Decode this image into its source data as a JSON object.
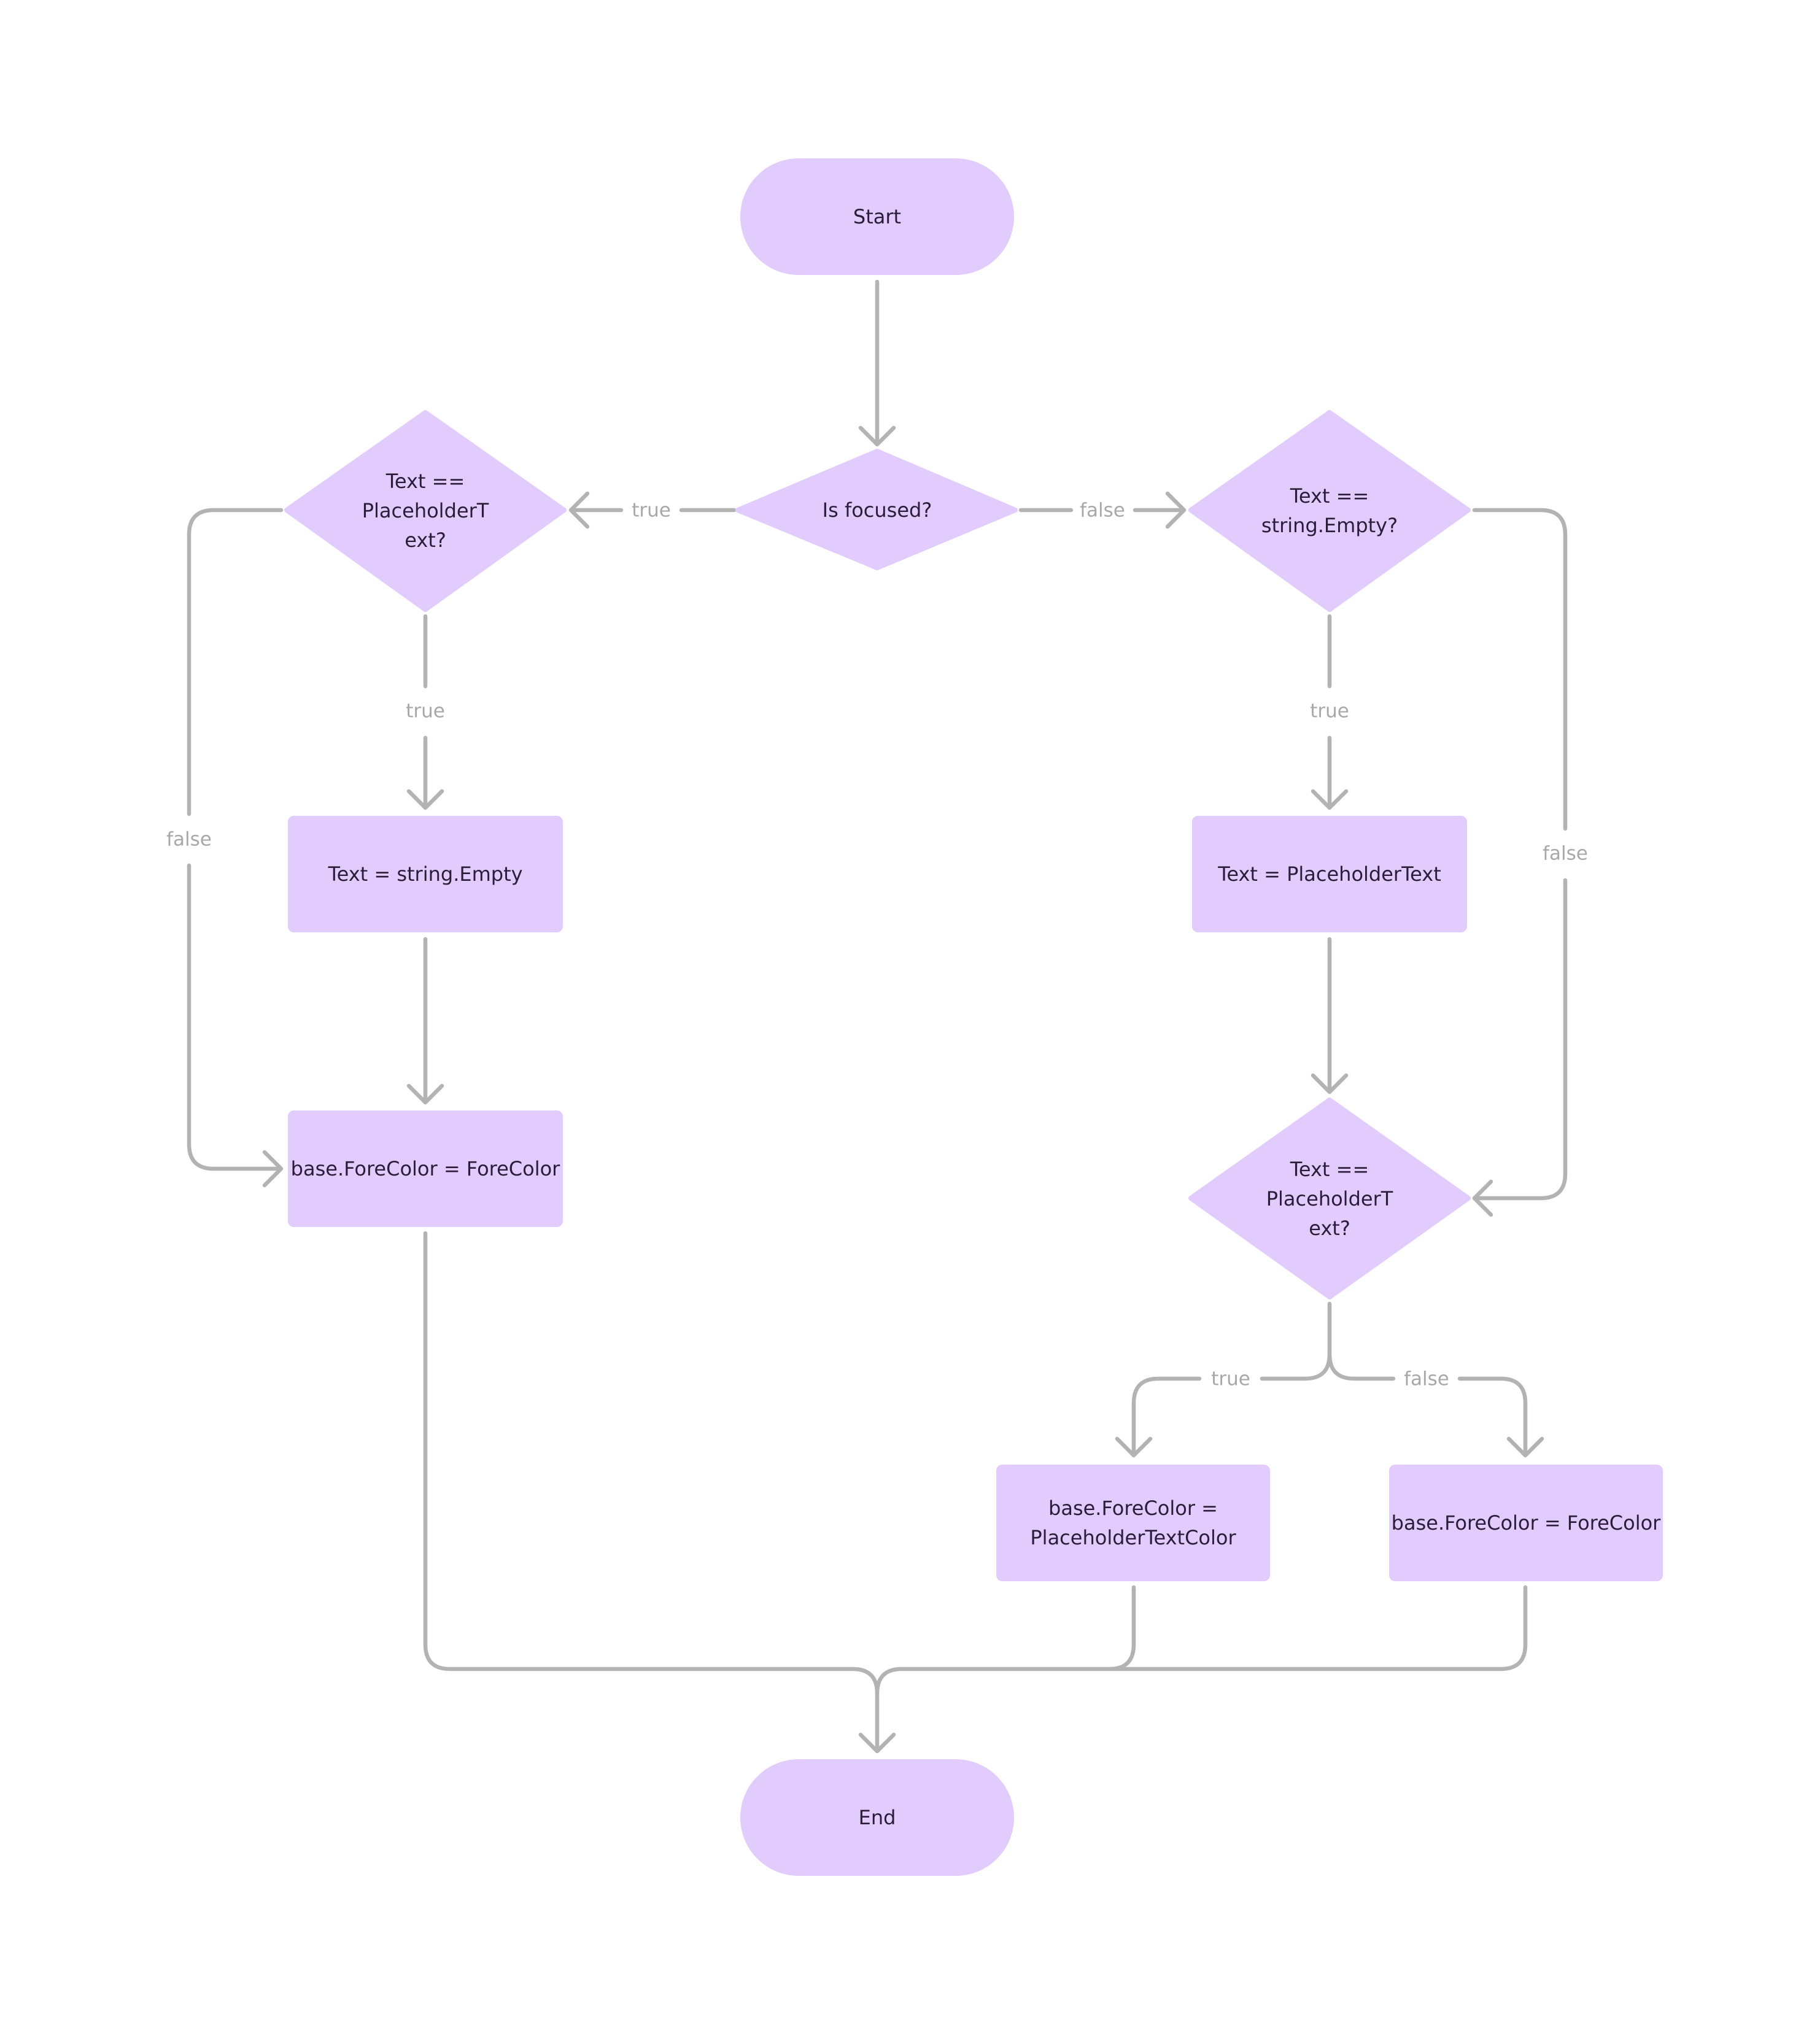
{
  "colors": {
    "node_fill": "#e2cbfd",
    "node_text": "#2b1d3a",
    "edge": "#b3b3b3",
    "edge_label": "#a8a8a8",
    "background": "#ffffff"
  },
  "nodes": {
    "start": {
      "type": "terminal",
      "lines": [
        "Start"
      ]
    },
    "is_focused": {
      "type": "decision",
      "lines": [
        "Is focused?"
      ]
    },
    "left_check": {
      "type": "decision",
      "lines": [
        "Text ==",
        "PlaceholderT",
        "ext?"
      ]
    },
    "right_check": {
      "type": "decision",
      "lines": [
        "Text ==",
        "string.Empty?"
      ]
    },
    "set_empty": {
      "type": "process",
      "lines": [
        "Text = string.Empty"
      ]
    },
    "set_placeholder": {
      "type": "process",
      "lines": [
        "Text = PlaceholderText"
      ]
    },
    "left_forecolor": {
      "type": "process",
      "lines": [
        "base.ForeColor = ForeColor"
      ]
    },
    "bottom_check": {
      "type": "decision",
      "lines": [
        "Text ==",
        "PlaceholderT",
        "ext?"
      ]
    },
    "placeholder_color": {
      "type": "process",
      "lines": [
        "base.ForeColor =",
        "PlaceholderTextColor"
      ]
    },
    "right_forecolor": {
      "type": "process",
      "lines": [
        "base.ForeColor = ForeColor"
      ]
    },
    "end": {
      "type": "terminal",
      "lines": [
        "End"
      ]
    }
  },
  "edges": [
    {
      "from": "start",
      "to": "is_focused",
      "label": ""
    },
    {
      "from": "is_focused",
      "to": "left_check",
      "label": "true"
    },
    {
      "from": "is_focused",
      "to": "right_check",
      "label": "false"
    },
    {
      "from": "left_check",
      "to": "set_empty",
      "label": "true"
    },
    {
      "from": "left_check",
      "to": "left_forecolor",
      "label": "false"
    },
    {
      "from": "set_empty",
      "to": "left_forecolor",
      "label": ""
    },
    {
      "from": "right_check",
      "to": "set_placeholder",
      "label": "true"
    },
    {
      "from": "right_check",
      "to": "bottom_check",
      "label": "false"
    },
    {
      "from": "set_placeholder",
      "to": "bottom_check",
      "label": ""
    },
    {
      "from": "bottom_check",
      "to": "placeholder_color",
      "label": "true"
    },
    {
      "from": "bottom_check",
      "to": "right_forecolor",
      "label": "false"
    },
    {
      "from": "left_forecolor",
      "to": "end",
      "label": ""
    },
    {
      "from": "placeholder_color",
      "to": "end",
      "label": ""
    },
    {
      "from": "right_forecolor",
      "to": "end",
      "label": ""
    }
  ]
}
